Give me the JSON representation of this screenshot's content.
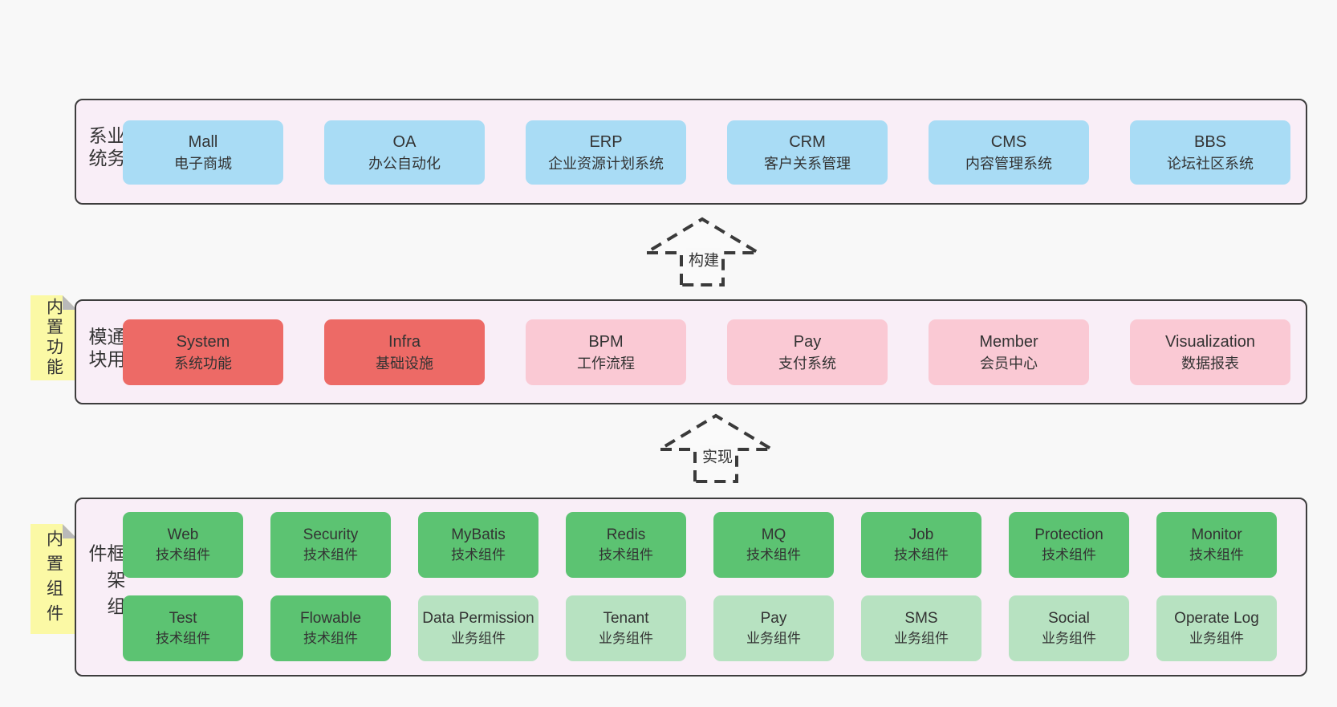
{
  "palette": {
    "page_bg": "#f8f8f8",
    "section_bg": "#f9eef7",
    "section_border": "#3d3d3d",
    "blue": "#a9dcf5",
    "red": "#ed6a66",
    "pink": "#fac9d4",
    "green": "#5cc372",
    "lightgreen": "#b7e2c1",
    "note_yellow": "#fbf9a5",
    "note_fold_gray": "#b9b9b9",
    "text": "#333333"
  },
  "arrows": [
    {
      "label": "构建"
    },
    {
      "label": "实现"
    }
  ],
  "sections": [
    {
      "label": "业务系统",
      "note": null,
      "rows": [
        [
          {
            "name": "Mall",
            "desc": "电子商城",
            "color": "blue"
          },
          {
            "name": "OA",
            "desc": "办公自动化",
            "color": "blue"
          },
          {
            "name": "ERP",
            "desc": "企业资源计划系统",
            "color": "blue"
          },
          {
            "name": "CRM",
            "desc": "客户关系管理",
            "color": "blue"
          },
          {
            "name": "CMS",
            "desc": "内容管理系统",
            "color": "blue"
          },
          {
            "name": "BBS",
            "desc": "论坛社区系统",
            "color": "blue"
          }
        ]
      ]
    },
    {
      "label": "通用模块",
      "note": "内置功能",
      "rows": [
        [
          {
            "name": "System",
            "desc": "系统功能",
            "color": "red"
          },
          {
            "name": "Infra",
            "desc": "基础设施",
            "color": "red"
          },
          {
            "name": "BPM",
            "desc": "工作流程",
            "color": "pink"
          },
          {
            "name": "Pay",
            "desc": "支付系统",
            "color": "pink"
          },
          {
            "name": "Member",
            "desc": "会员中心",
            "color": "pink"
          },
          {
            "name": "Visualization",
            "desc": "数据报表",
            "color": "pink"
          }
        ]
      ]
    },
    {
      "label": "框架组件",
      "note": "内置组件",
      "rows": [
        [
          {
            "name": "Web",
            "desc": "技术组件",
            "color": "green"
          },
          {
            "name": "Security",
            "desc": "技术组件",
            "color": "green"
          },
          {
            "name": "MyBatis",
            "desc": "技术组件",
            "color": "green"
          },
          {
            "name": "Redis",
            "desc": "技术组件",
            "color": "green"
          },
          {
            "name": "MQ",
            "desc": "技术组件",
            "color": "green"
          },
          {
            "name": "Job",
            "desc": "技术组件",
            "color": "green"
          },
          {
            "name": "Protection",
            "desc": "技术组件",
            "color": "green"
          },
          {
            "name": "Monitor",
            "desc": "技术组件",
            "color": "green"
          }
        ],
        [
          {
            "name": "Test",
            "desc": "技术组件",
            "color": "green"
          },
          {
            "name": "Flowable",
            "desc": "技术组件",
            "color": "green"
          },
          {
            "name": "Data Permission",
            "desc": "业务组件",
            "color": "lightgreen"
          },
          {
            "name": "Tenant",
            "desc": "业务组件",
            "color": "lightgreen"
          },
          {
            "name": "Pay",
            "desc": "业务组件",
            "color": "lightgreen"
          },
          {
            "name": "SMS",
            "desc": "业务组件",
            "color": "lightgreen"
          },
          {
            "name": "Social",
            "desc": "业务组件",
            "color": "lightgreen"
          },
          {
            "name": "Operate Log",
            "desc": "业务组件",
            "color": "lightgreen"
          }
        ]
      ]
    }
  ]
}
